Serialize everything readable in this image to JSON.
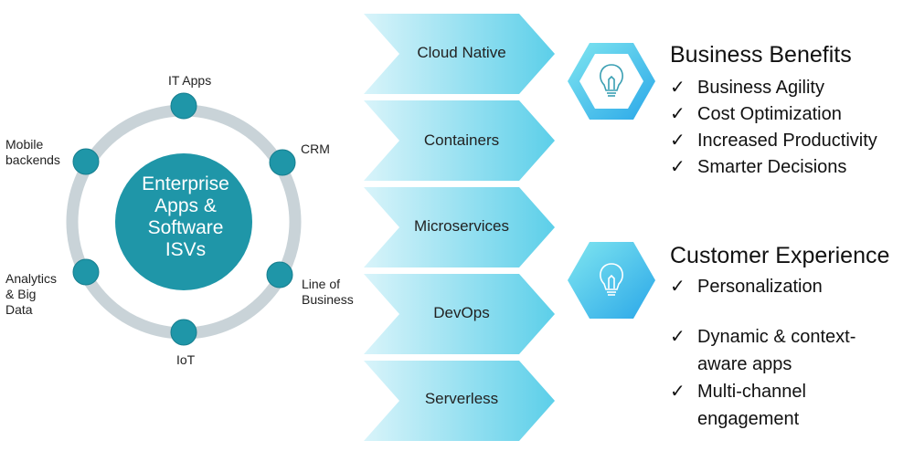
{
  "center": {
    "label": "Enterprise\nApps &\nSoftware\nISVs"
  },
  "nodes": [
    {
      "id": "it-apps",
      "label": "IT Apps"
    },
    {
      "id": "crm",
      "label": "CRM"
    },
    {
      "id": "line-of-business",
      "label": "Line of\nBusiness"
    },
    {
      "id": "iot",
      "label": "IoT"
    },
    {
      "id": "analytics-big-data",
      "label": "Analytics\n& Big\nData"
    },
    {
      "id": "mobile-backends",
      "label": "Mobile\nbackends"
    }
  ],
  "chevrons": [
    "Cloud Native",
    "Containers",
    "Microservices",
    "DevOps",
    "Serverless"
  ],
  "sections": [
    {
      "title": "Business Benefits",
      "icon": "lightbulb-icon",
      "items": [
        "Business Agility",
        "Cost Optimization",
        "Increased Productivity",
        "Smarter Decisions"
      ]
    },
    {
      "title": "Customer Experience",
      "icon": "lightbulb-icon",
      "items": [
        "Personalization",
        "Dynamic & context-\naware apps",
        "Multi-channel\nengagement"
      ]
    }
  ],
  "check_glyph": "✓",
  "colors": {
    "teal": "#1f96a8",
    "teal_dark": "#167e8f",
    "ring": "#c9d3d8",
    "chevron_light": "#d7f3fa",
    "chevron_dark": "#5fd0ea",
    "hex_light": "#7be3f0",
    "hex_dark": "#25a8e6"
  }
}
